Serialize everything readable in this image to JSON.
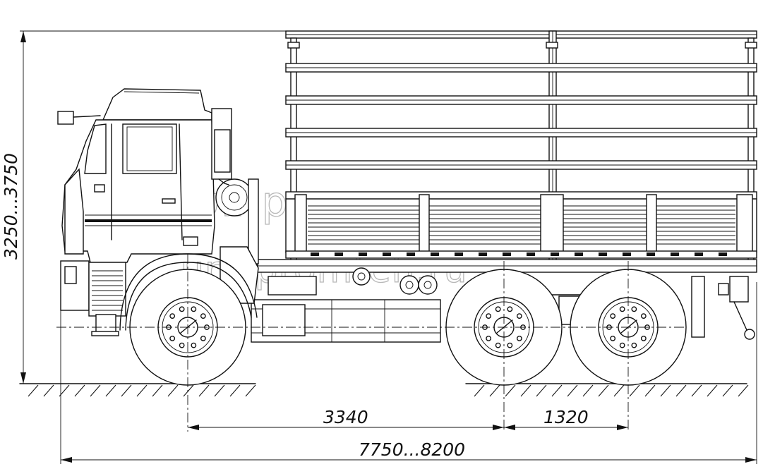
{
  "dimensions": {
    "height": "3250...3750",
    "wheelbase_front": "3340",
    "wheelbase_rear": "1320",
    "overall_length": "7750...8200"
  },
  "watermark": {
    "brand": "Уралпромтехника",
    "site": "uralpromteh.ru"
  },
  "colors": {
    "line": "#111111",
    "watermark": "#b8b8b8",
    "background": "#ffffff"
  }
}
